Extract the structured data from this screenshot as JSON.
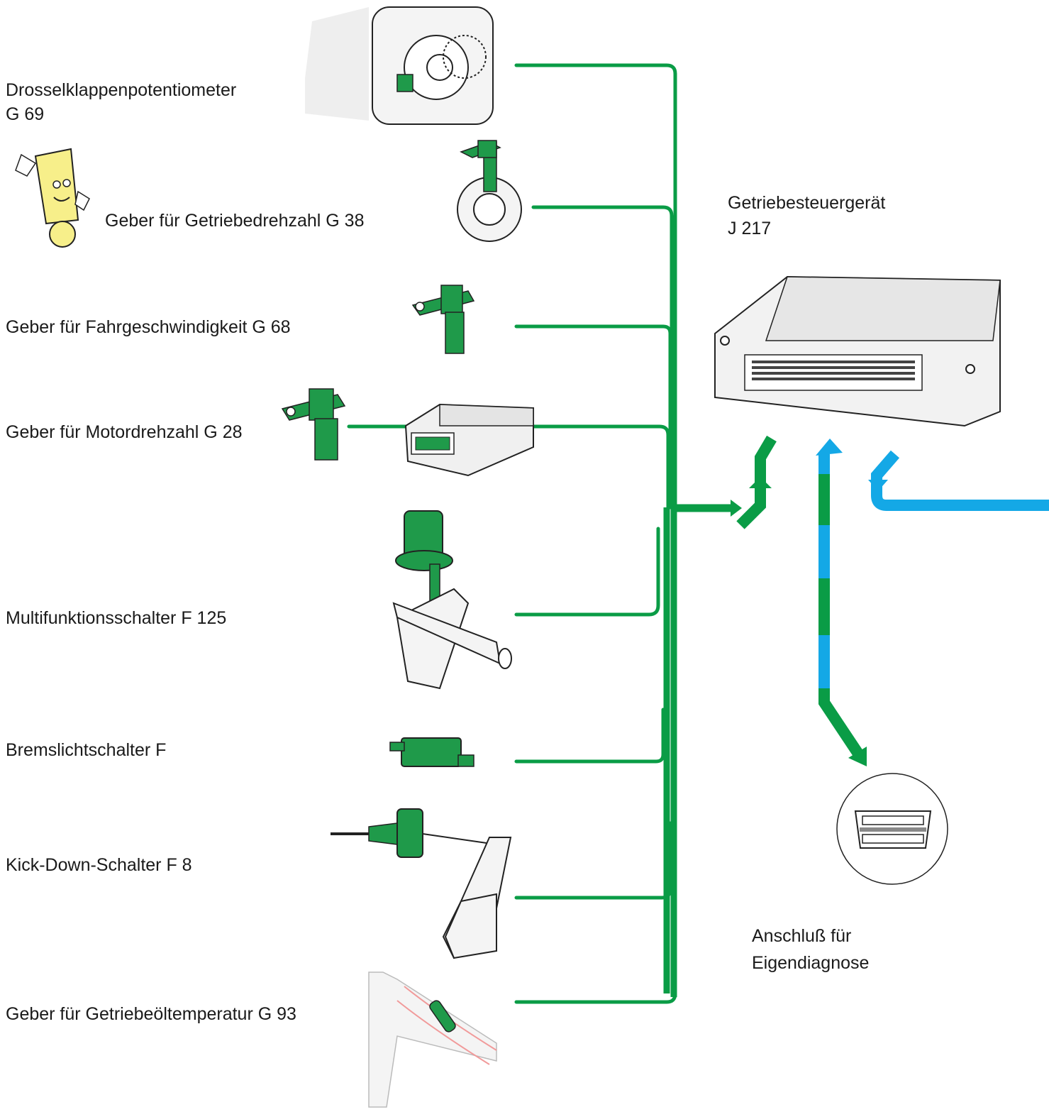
{
  "colors": {
    "signal_green": "#0a9c46",
    "bus_blue": "#14a8e6",
    "part_green": "#1f9a4a",
    "mascot_yellow": "#f7ef8a"
  },
  "sensors": [
    {
      "name_line1": "Drosselklappenpotentiometer",
      "name_line2": "G 69"
    },
    {
      "name_line1": "Geber für Getriebedrehzahl G 38",
      "name_line2": ""
    },
    {
      "name_line1": "Geber für Fahrgeschwindigkeit G 68",
      "name_line2": ""
    },
    {
      "name_line1": "Geber für Motordrehzahl G 28",
      "name_line2": ""
    },
    {
      "name_line1": "Multifunktionsschalter F 125",
      "name_line2": ""
    },
    {
      "name_line1": "Bremslichtschalter F",
      "name_line2": ""
    },
    {
      "name_line1": "Kick-Down-Schalter F 8",
      "name_line2": ""
    },
    {
      "name_line1": "Geber für Getriebeöltemperatur G 93",
      "name_line2": ""
    }
  ],
  "control_unit": {
    "name_line1": "Getriebesteuergerät",
    "name_line2": "J 217"
  },
  "diagnosis": {
    "name_line1": "Anschluß für",
    "name_line2": "Eigendiagnose"
  },
  "icons": [
    "hint-mascot-icon",
    "throttle-body-icon",
    "gear-sensor-icon",
    "speed-sensor-icon",
    "engine-ecu-icon",
    "multifunction-switch-icon",
    "brake-switch-icon",
    "kickdown-switch-icon",
    "oil-temp-sensor-icon",
    "control-unit-icon",
    "diagnosis-connector-icon"
  ]
}
